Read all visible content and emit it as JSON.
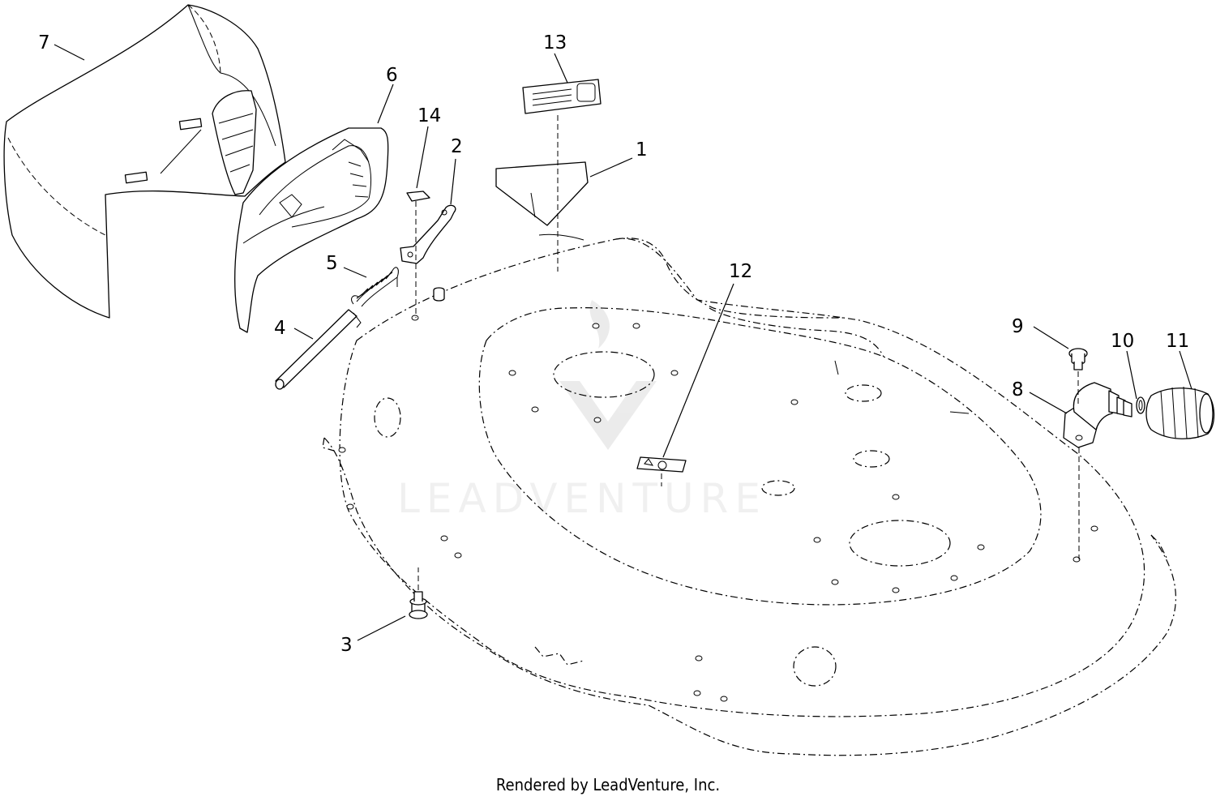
{
  "callouts": [
    {
      "id": "1",
      "label": "1"
    },
    {
      "id": "2",
      "label": "2"
    },
    {
      "id": "3",
      "label": "3"
    },
    {
      "id": "4",
      "label": "4"
    },
    {
      "id": "5",
      "label": "5"
    },
    {
      "id": "6",
      "label": "6"
    },
    {
      "id": "7",
      "label": "7"
    },
    {
      "id": "8",
      "label": "8"
    },
    {
      "id": "9",
      "label": "9"
    },
    {
      "id": "10",
      "label": "10"
    },
    {
      "id": "11",
      "label": "11"
    },
    {
      "id": "12",
      "label": "12"
    },
    {
      "id": "13",
      "label": "13"
    },
    {
      "id": "14",
      "label": "14"
    }
  ],
  "watermark": "LEADVENTURE",
  "footer": "Rendered by LeadVenture, Inc."
}
